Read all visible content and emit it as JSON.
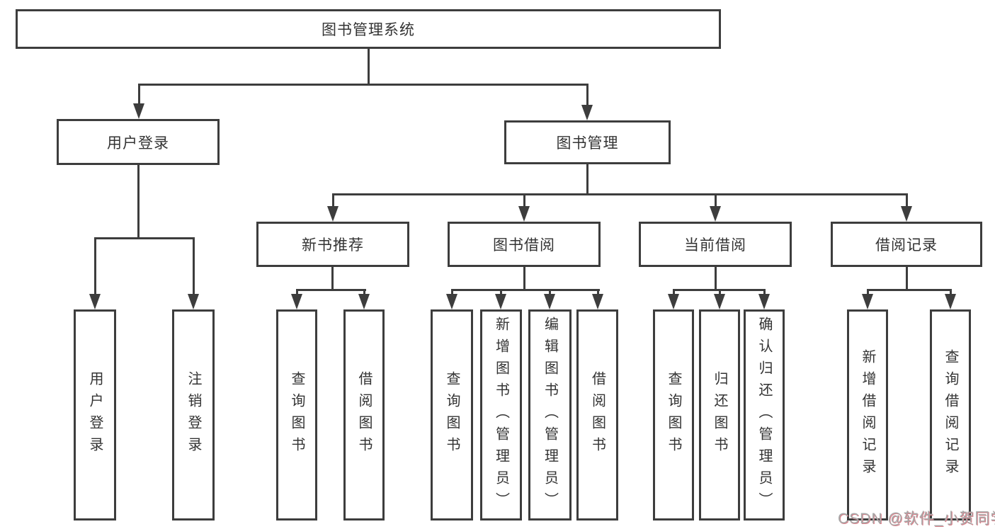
{
  "diagram": {
    "root": {
      "label": "图书管理系统"
    },
    "level2": [
      {
        "label": "用户登录"
      },
      {
        "label": "图书管理"
      }
    ],
    "level3": [
      {
        "label": "新书推荐"
      },
      {
        "label": "图书借阅"
      },
      {
        "label": "当前借阅"
      },
      {
        "label": "借阅记录"
      }
    ],
    "leaves": [
      {
        "label": "用户登录"
      },
      {
        "label": "注销登录"
      },
      {
        "label": "查询图书"
      },
      {
        "label": "借阅图书"
      },
      {
        "label": "查询图书"
      },
      {
        "label": "新增图书（管理员）"
      },
      {
        "label": "编辑图书（管理员）"
      },
      {
        "label": "借阅图书"
      },
      {
        "label": "查询图书"
      },
      {
        "label": "归还图书"
      },
      {
        "label": "确认归还（管理员）"
      },
      {
        "label": "新增借阅记录"
      },
      {
        "label": "查询借阅记录"
      }
    ]
  },
  "watermark": {
    "text": "CSDN @软件_小贺同学"
  },
  "colors": {
    "line": "#3d3d3d",
    "text": "#333333",
    "background": "#ffffff",
    "watermark_gray": "#a8a8a8",
    "watermark_red": "#d9808a"
  }
}
